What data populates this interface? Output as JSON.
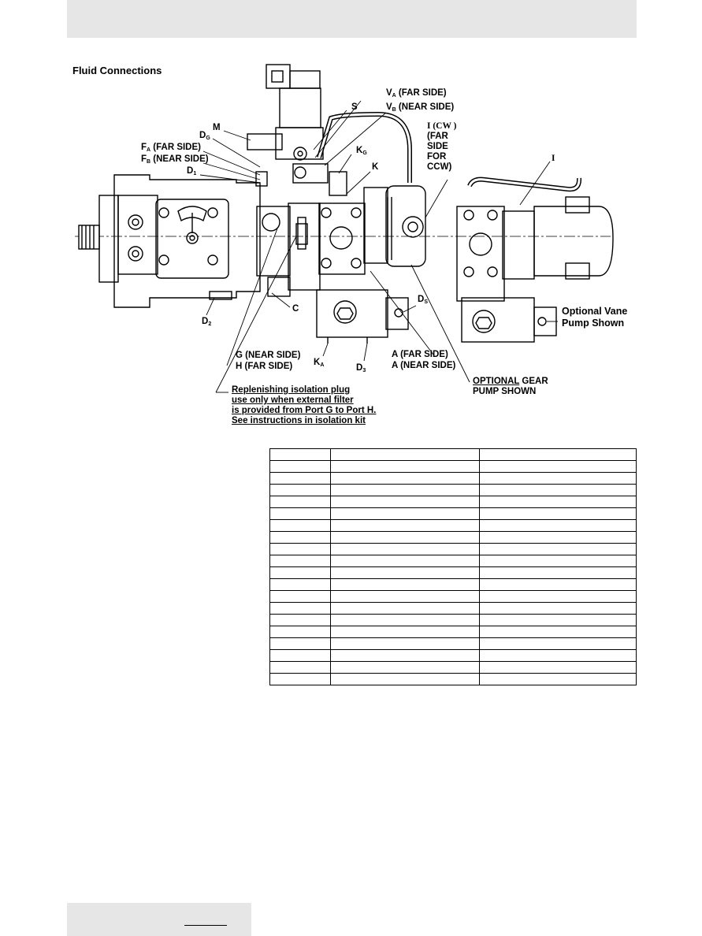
{
  "section": {
    "title": "Fluid Connections"
  },
  "labels": {
    "va_main": "V",
    "va_sub": "A",
    "va_side": " (FAR SIDE)",
    "vb_main": "V",
    "vb_sub": "B",
    "vb_side": " (NEAR SIDE)",
    "s": "S",
    "m": "M",
    "dg_main": "D",
    "dg_sub": "G",
    "fa_main": "F",
    "fa_sub": "A",
    "fa_side": " (FAR SIDE)",
    "fb_main": "F",
    "fb_sub": "B",
    "fb_side": " (NEAR SIDE)",
    "d1_main": "D",
    "d1_sub": "1",
    "kg_main": "K",
    "kg_sub": "G",
    "k": "K",
    "i_cw": [
      "I (CW )",
      "(FAR",
      "SIDE",
      "FOR",
      "CCW)"
    ],
    "i": "I",
    "c": "C",
    "d2_main": "D",
    "d2_sub": "2",
    "ds_main": "D",
    "ds_sub": "S",
    "ka_main": "K",
    "ka_sub": "A",
    "d3_main": "D",
    "d3_sub": "3",
    "g_near": "G (NEAR SIDE)",
    "h_far": "H (FAR SIDE)",
    "a_far": "A (FAR SIDE)",
    "a_near": "A (NEAR SIDE)",
    "optional_gear_1_u": "OPTIONAL",
    "optional_gear_1_rest": " GEAR",
    "optional_gear_2": "PUMP SHOWN",
    "optional_vane_1": "Optional Vane",
    "optional_vane_2": "Pump Shown"
  },
  "note": {
    "lines": [
      "Replenishing isolation plug",
      "use only when external filter",
      "is provided from Port G to Port H.",
      "See instructions in isolation kit"
    ]
  },
  "ports_table": {
    "rows": [
      [
        "",
        "",
        ""
      ],
      [
        "",
        "",
        ""
      ],
      [
        "",
        "",
        ""
      ],
      [
        "",
        "",
        ""
      ],
      [
        "",
        "",
        ""
      ],
      [
        "",
        "",
        ""
      ],
      [
        "",
        "",
        ""
      ],
      [
        "",
        "",
        ""
      ],
      [
        "",
        "",
        ""
      ],
      [
        "",
        "",
        ""
      ],
      [
        "",
        "",
        ""
      ],
      [
        "",
        "",
        ""
      ],
      [
        "",
        "",
        ""
      ],
      [
        "",
        "",
        ""
      ],
      [
        "",
        "",
        ""
      ],
      [
        "",
        "",
        ""
      ],
      [
        "",
        "",
        ""
      ],
      [
        "",
        "",
        ""
      ],
      [
        "",
        "",
        ""
      ],
      [
        "",
        "",
        ""
      ]
    ]
  }
}
